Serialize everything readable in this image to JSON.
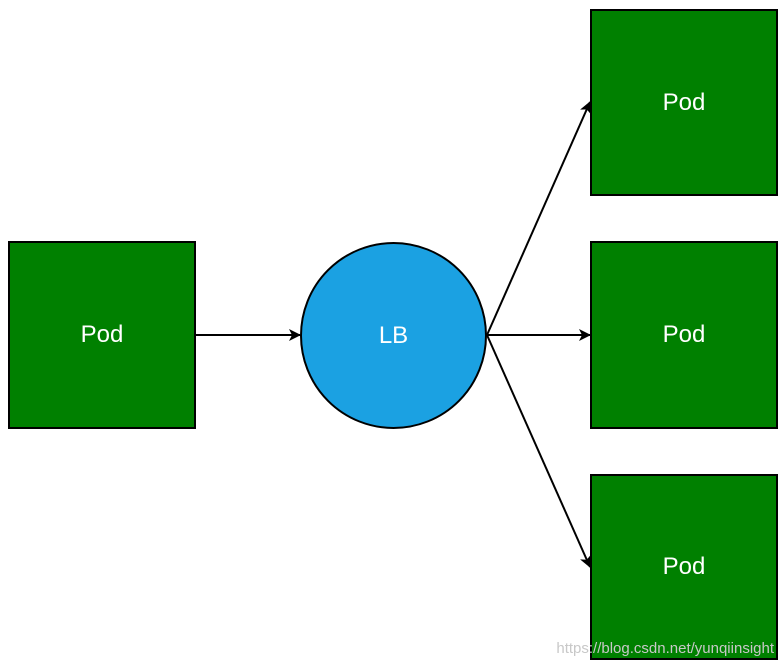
{
  "diagram": {
    "source_pod": {
      "label": "Pod"
    },
    "load_balancer": {
      "label": "LB"
    },
    "target_pods": [
      {
        "label": "Pod"
      },
      {
        "label": "Pod"
      },
      {
        "label": "Pod"
      }
    ]
  },
  "colors": {
    "pod_fill": "#008000",
    "lb_fill": "#1ba1e2",
    "stroke": "#000000",
    "label": "#ffffff"
  },
  "watermark": "https://blog.csdn.net/yunqiinsight"
}
